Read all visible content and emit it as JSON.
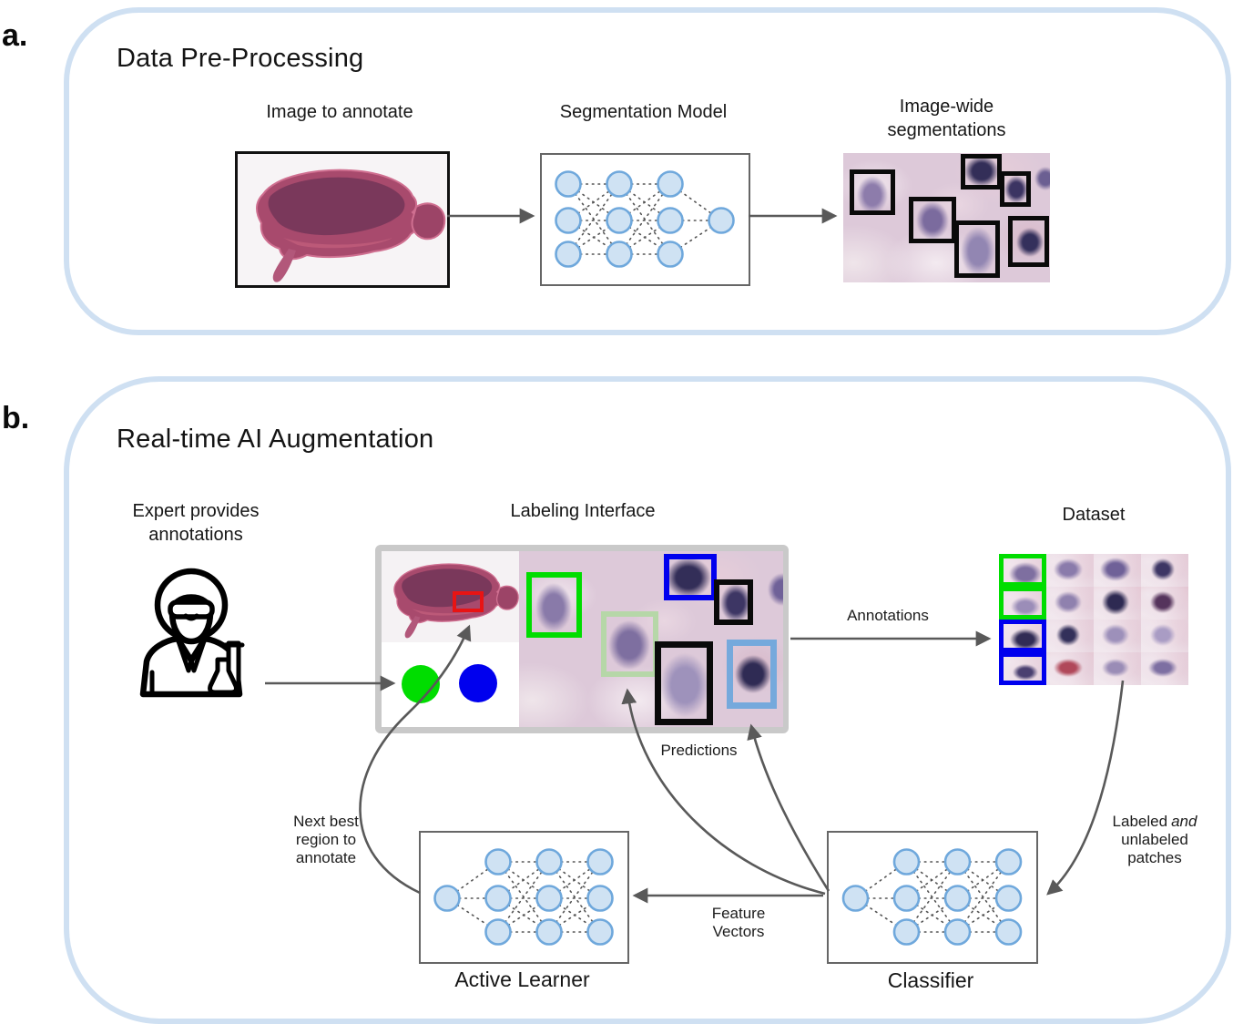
{
  "panel_a": {
    "tag": "a.",
    "title": "Data Pre-Processing",
    "image_label": "Image to annotate",
    "model_label": "Segmentation Model",
    "output_label": [
      "Image-wide",
      "segmentations"
    ]
  },
  "panel_b": {
    "tag": "b.",
    "title": "Real-time AI Augmentation",
    "expert_label": [
      "Expert provides",
      "annotations"
    ],
    "interface_label": "Labeling Interface",
    "dataset_label": "Dataset",
    "annotations_label": "Annotations",
    "predictions_label": "Predictions",
    "next_best_label": [
      "Next best",
      "region to",
      "annotate"
    ],
    "feature_vectors_label": [
      "Feature",
      "Vectors"
    ],
    "labeled_patches_label": {
      "line1_regular": "Labeled",
      "line1_italic": "and",
      "line2": "unlabeled",
      "line3": "patches"
    },
    "active_learner_label": "Active Learner",
    "classifier_label": "Classifier",
    "palette": [
      {
        "name": "class-green",
        "color": "#00dd00"
      },
      {
        "name": "class-blue",
        "color": "#0000ee"
      }
    ],
    "roi_box_color": "#e81414",
    "interface_boxes": [
      {
        "color": "green",
        "hex": "#00dd00"
      },
      {
        "color": "pale_green",
        "hex": "#b6d7a8"
      },
      {
        "color": "blue",
        "hex": "#0000ee"
      },
      {
        "color": "black",
        "hex": "#0a0a0a"
      },
      {
        "color": "black",
        "hex": "#0a0a0a"
      },
      {
        "color": "pale_blue",
        "hex": "#75a9dc"
      }
    ],
    "dataset_patch_labels": [
      "green",
      "none",
      "none",
      "none",
      "green",
      "none",
      "none",
      "none",
      "blue",
      "none",
      "none",
      "none",
      "blue",
      "none",
      "none",
      "none"
    ]
  },
  "colors": {
    "panel_border": "#cfe0f2",
    "arrow": "#595959",
    "node_fill": "#cfe2f3",
    "node_stroke": "#6fa8dc",
    "segmentation_box": "#0a0a0a",
    "annotation_green": "#00dd00",
    "annotation_blue": "#0000ee",
    "prediction_pale_green": "#b6d7a8",
    "prediction_pale_blue": "#75a9dc",
    "roi_red": "#e81414"
  }
}
